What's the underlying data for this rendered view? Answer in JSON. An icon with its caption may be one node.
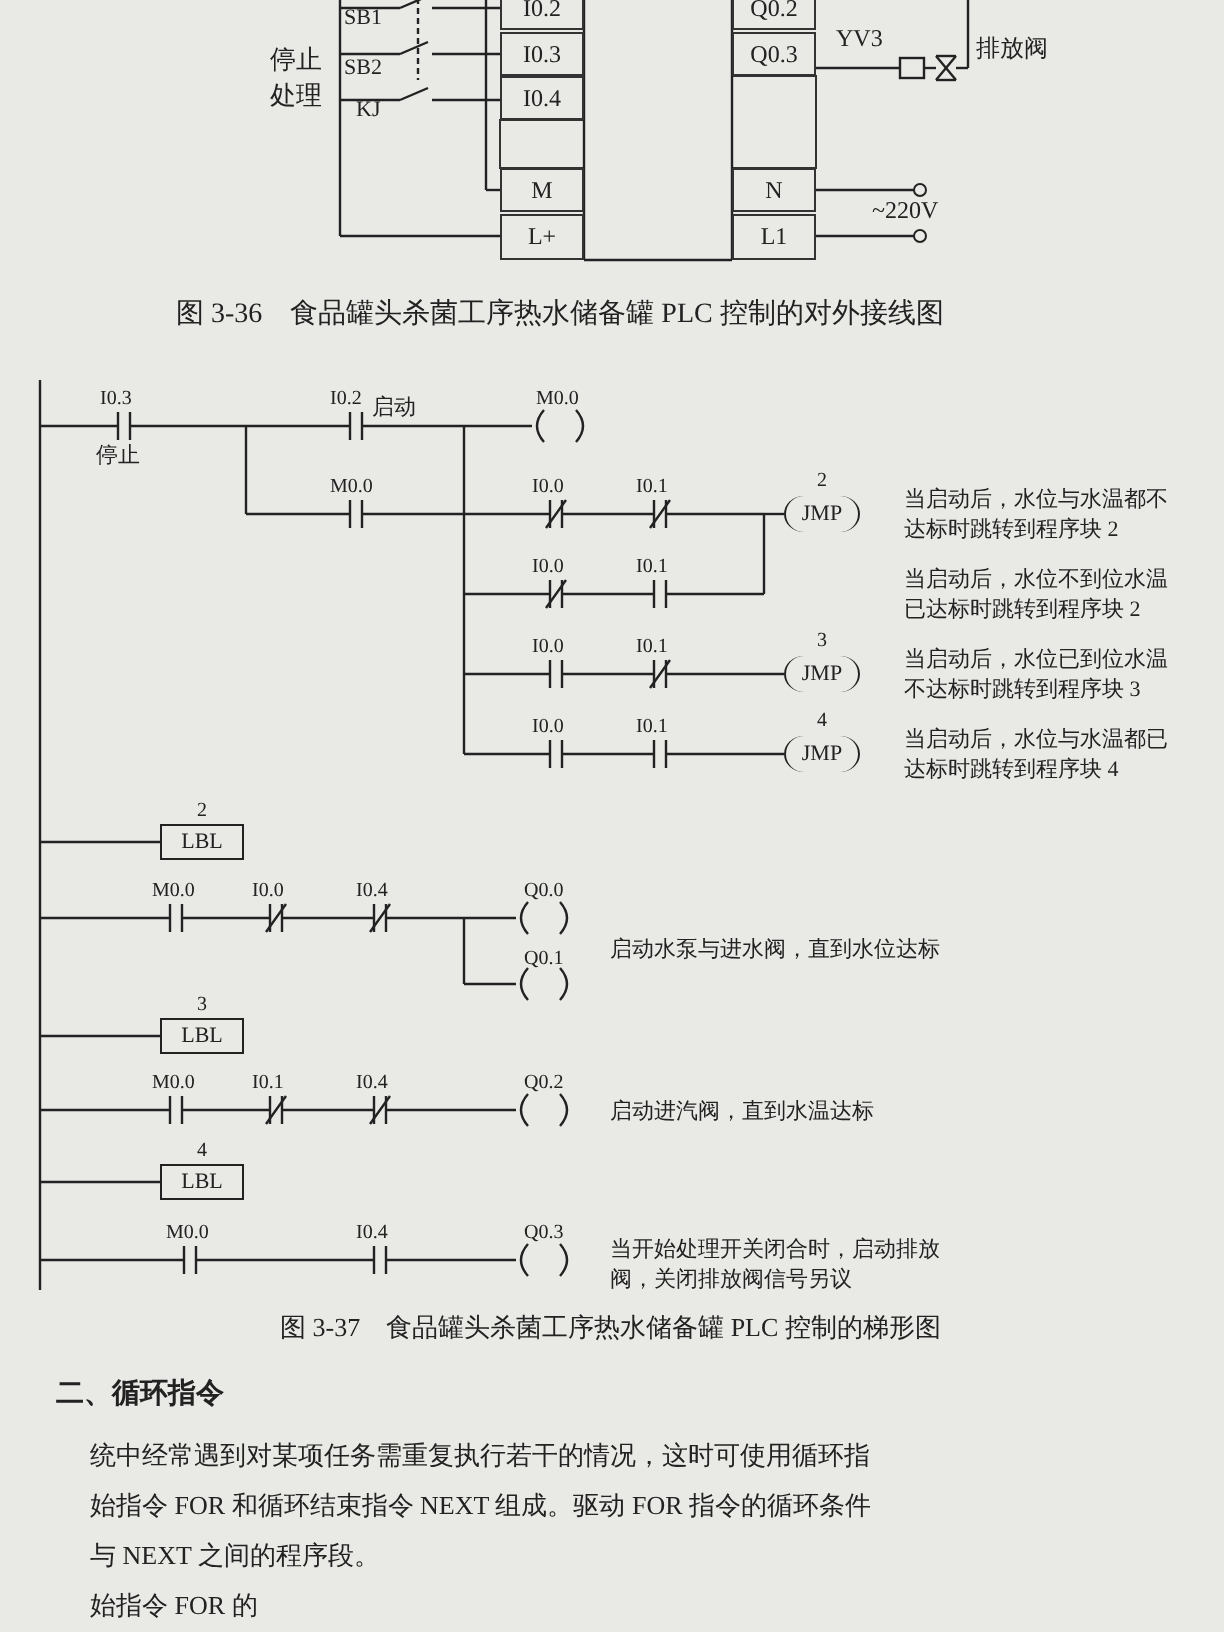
{
  "diagram": {
    "nodes": [
      {
        "text": [
          "JMP"
        ],
        "beside": [
          "2"
        ]
      },
      {
        "text": [
          "JMP"
        ],
        "beside": [
          "3"
        ]
      },
      {
        "text": [
          "JMP"
        ],
        "beside": [
          "4"
        ]
      },
      {
        "text": [
          "LBL"
        ],
        "beside": [
          "2"
        ]
      },
      {
        "text": [
          "LBL"
        ],
        "beside": [
          "3"
        ]
      },
      {
        "text": [
          "LBL"
        ],
        "beside": [
          "4"
        ]
      }
    ],
    "edges": [
      {
        "from": null,
        "to": 0,
        "arrow": "none"
      },
      {
        "from": null,
        "to": 1,
        "arrow": "none"
      },
      {
        "from": null,
        "to": 2,
        "arrow": "none"
      },
      {
        "from": null,
        "to": 3,
        "arrow": "none"
      },
      {
        "from": null,
        "to": 4,
        "arrow": "none"
      },
      {
        "from": null,
        "to": 5,
        "arrow": "none"
      }
    ],
    "labels": [
      "停止",
      "处理",
      "SB1",
      "SB2",
      "KJ",
      "I0.2",
      "I0.3",
      "I0.4",
      "M",
      "L+",
      "Q0.2",
      "Q0.3",
      "N",
      "L1",
      "YV3",
      "排放阀",
      "~220V",
      "图 3-36　食品罐头杀菌工序热水储备罐 PLC 控制的对外接线图",
      "I0.3",
      "停止",
      "I0.2",
      "启动",
      "M0.0",
      "M0.0",
      "I0.0",
      "I0.1",
      "当启动后，水位与水温都不达标时跳转到程序块 2",
      "I0.0",
      "I0.1",
      "当启动后，水位不到位水温已达标时跳转到程序块 2",
      "I0.0",
      "I0.1",
      "当启动后，水位已到位水温不达标时跳转到程序块 3",
      "I0.0",
      "I0.1",
      "当启动后，水位与水温都已达标时跳转到程序块 4",
      "M0.0",
      "I0.0",
      "I0.4",
      "Q0.0",
      "启动水泵与进水阀，直到水位达标",
      "Q0.1",
      "M0.0",
      "I0.1",
      "I0.4",
      "Q0.2",
      "启动进汽阀，直到水温达标",
      "M0.0",
      "I0.4",
      "Q0.3",
      "当开始处理开关闭合时，启动排放阀，关闭排放阀信号另议",
      "图 3-37　食品罐头杀菌工序热水储备罐 PLC 控制的梯形图",
      "二、循环指令",
      "统中经常遇到对某项任务需重复执行若干的情况，这时可使用循环指",
      "始指令 FOR 和循环结束指令 NEXT 组成。驱动 FOR 指令的循环条件",
      "与 NEXT 之间的程序段。",
      "始指令 FOR 的"
    ]
  }
}
